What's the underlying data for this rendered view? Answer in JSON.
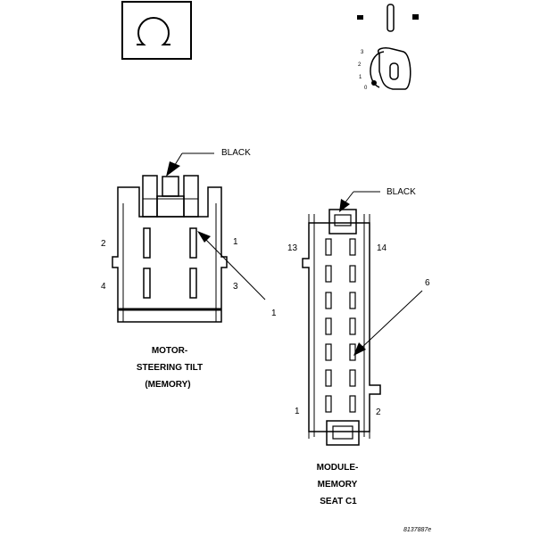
{
  "icons": {
    "connector_symbol": "omega-connector-icon",
    "ignition_key_symbol": "ignition-key-icon"
  },
  "ignition_positions": [
    "3",
    "2",
    "1",
    "0"
  ],
  "motor_connector": {
    "callout_black": "BLACK",
    "pins": {
      "p1": "1",
      "p2": "2",
      "p3": "3",
      "p4": "4"
    },
    "callout_pin": "1",
    "caption": [
      "MOTOR-",
      "STEERING TILT",
      "(MEMORY)"
    ]
  },
  "module_connector": {
    "callout_black": "BLACK",
    "pins": {
      "p13": "13",
      "p14": "14",
      "p1": "1",
      "p2": "2"
    },
    "callout_pin": "6",
    "caption": [
      "MODULE-",
      "MEMORY",
      "SEAT C1"
    ]
  },
  "figure_code": "8137887e"
}
